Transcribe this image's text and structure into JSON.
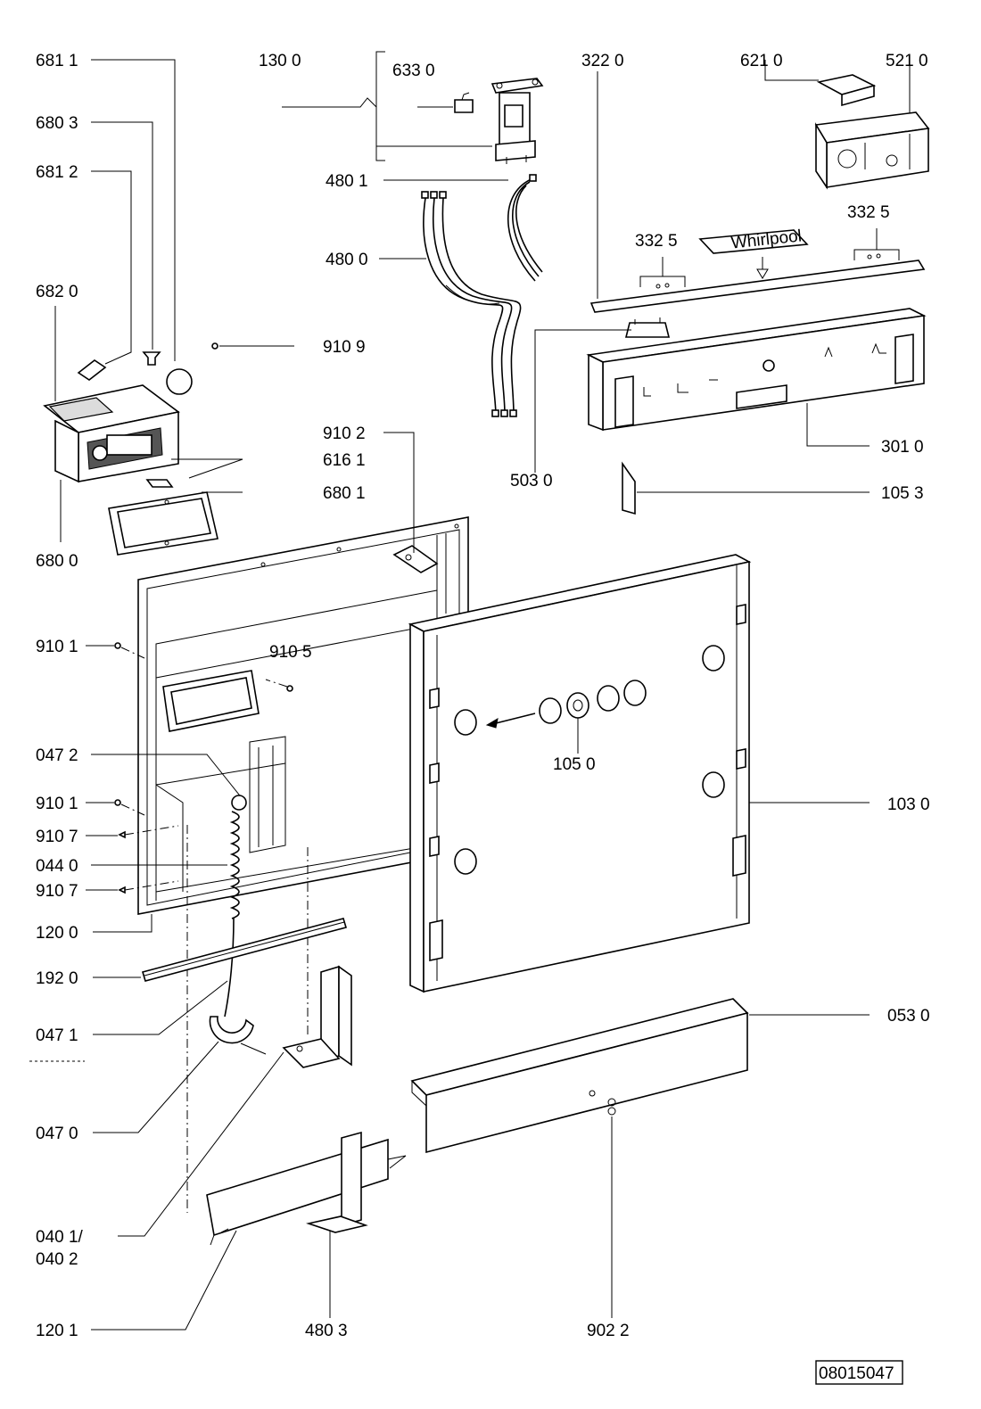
{
  "labels": {
    "l6811": "681 1",
    "l6803": "680 3",
    "l6812": "681 2",
    "l6820": "682 0",
    "l6800": "680 0",
    "l1300": "130 0",
    "l6330": "633 0",
    "l4801": "480 1",
    "l4800": "480 0",
    "l9109": "910 9",
    "l9102": "910 2",
    "l6161": "616 1",
    "l6801": "680 1",
    "l3220": "322  0",
    "l6210": "621 0",
    "l5210": "521 0",
    "l3325a": "332  5",
    "l3325b": "332  5",
    "l5030": "503 0",
    "l3010": "301 0",
    "l1053": "105 3",
    "l9101a": "910 1",
    "l9105": "910 5",
    "l0472": "047 2",
    "l9101b": "910 1",
    "l9107a": "910 7",
    "l0440": "044 0",
    "l9107b": "910 7",
    "l1200": "120 0",
    "l1920": "192 0",
    "l0471": "047 1",
    "l0470": "047 0",
    "l0401": "040 1/",
    "l0402": "040 2",
    "l1201": "120 1",
    "l4803": "480 3",
    "l9022": "902 2",
    "l1050": "105 0",
    "l1030": "103 0",
    "l0530": "053 0"
  },
  "panel_logo": "Whirlpool",
  "drawing_code": "08015047"
}
